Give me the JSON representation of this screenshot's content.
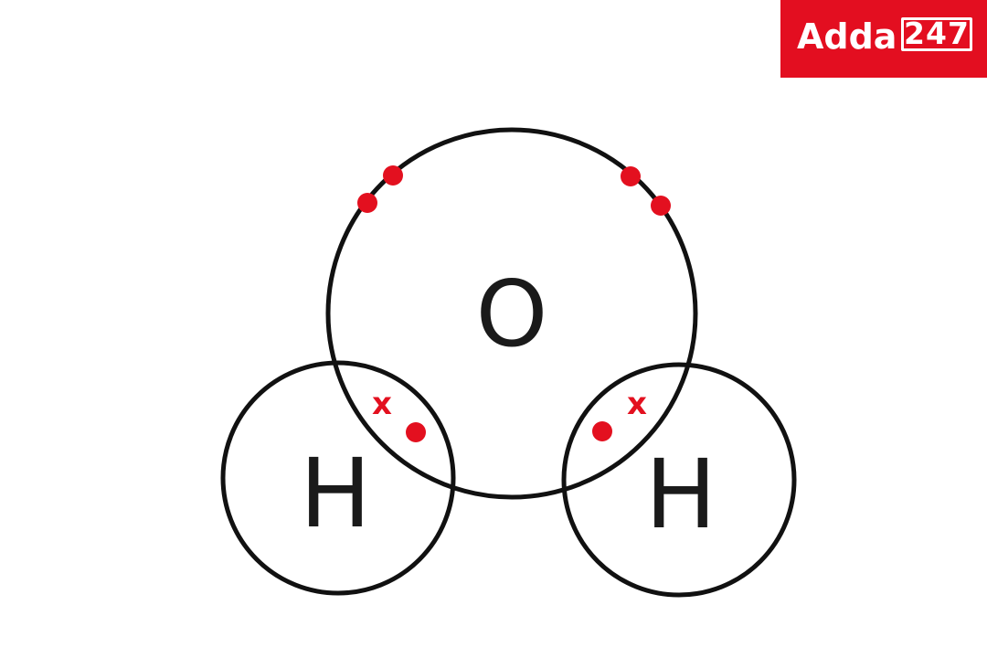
{
  "brand": {
    "name_text": "Adda",
    "number_text": "247"
  },
  "diagram": {
    "oxygen": {
      "symbol": "O"
    },
    "hydrogen_left": {
      "symbol": "H"
    },
    "hydrogen_right": {
      "symbol": "H"
    },
    "shared_left": {
      "marker": "x"
    },
    "shared_right": {
      "marker": "x"
    }
  },
  "colors": {
    "brand_red": "#e30e20",
    "electron_red": "#e3101f",
    "stroke": "#111111"
  }
}
